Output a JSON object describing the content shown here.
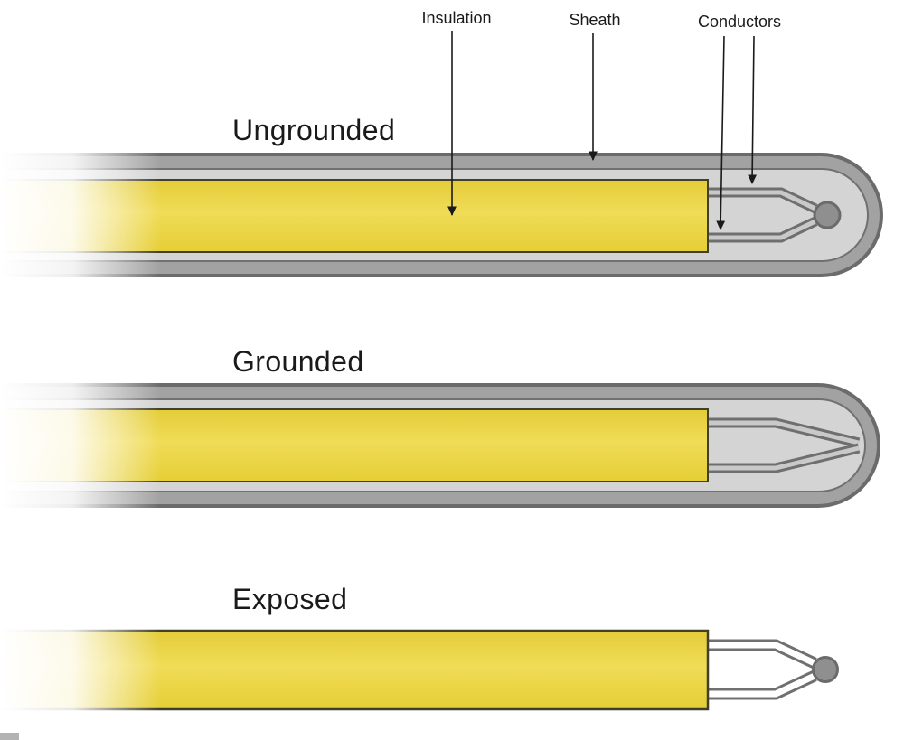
{
  "labels": {
    "insulation": "Insulation",
    "sheath": "Sheath",
    "conductors": "Conductors"
  },
  "sections": {
    "ungrounded": "Ungrounded",
    "grounded": "Grounded",
    "exposed": "Exposed"
  },
  "colors": {
    "background": "#ffffff",
    "sheath_band": "#a2a2a2",
    "sheath_outline": "#6b6b6b",
    "sheath_inner": "#d4d4d4",
    "insulation_yellow": "#ecd441",
    "insulation_outline": "#3f3f2a",
    "conductor_core": "#c9c9c9",
    "conductor_outline": "#6f6f6f",
    "junction_ball": "#8f8f8f",
    "text": "#1a1a1a"
  }
}
